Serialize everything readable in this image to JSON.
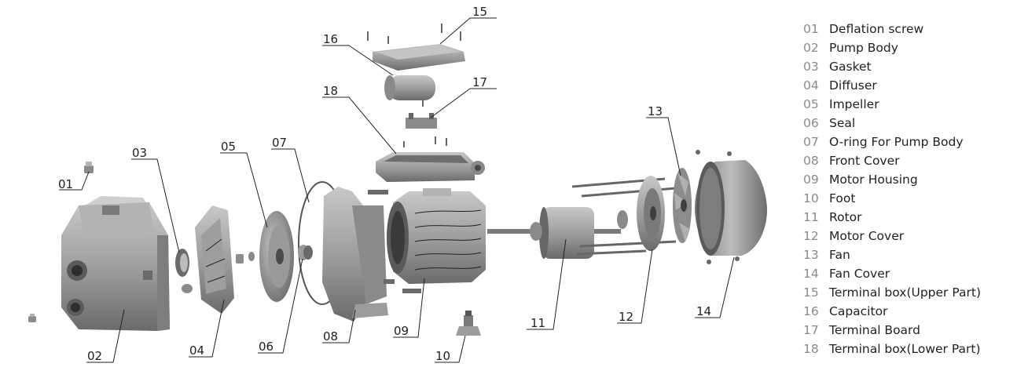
{
  "callouts": [
    "01",
    "02",
    "03",
    "04",
    "05",
    "06",
    "07",
    "08",
    "09",
    "10",
    "11",
    "12",
    "13",
    "14",
    "15",
    "16",
    "17",
    "18"
  ],
  "legend": [
    {
      "num": "01",
      "label": "Deflation screw"
    },
    {
      "num": "02",
      "label": "Pump Body"
    },
    {
      "num": "03",
      "label": "Gasket"
    },
    {
      "num": "04",
      "label": "Diffuser"
    },
    {
      "num": "05",
      "label": "Impeller"
    },
    {
      "num": "06",
      "label": "Seal"
    },
    {
      "num": "07",
      "label": "O-ring For Pump Body"
    },
    {
      "num": "08",
      "label": "Front Cover"
    },
    {
      "num": "09",
      "label": "Motor Housing"
    },
    {
      "num": "10",
      "label": "Foot"
    },
    {
      "num": "11",
      "label": "Rotor"
    },
    {
      "num": "12",
      "label": "Motor Cover"
    },
    {
      "num": "13",
      "label": "Fan"
    },
    {
      "num": "14",
      "label": "Fan Cover"
    },
    {
      "num": "15",
      "label": "Terminal box(Upper Part)"
    },
    {
      "num": "16",
      "label": "Capacitor"
    },
    {
      "num": "17",
      "label": "Terminal Board"
    },
    {
      "num": "18",
      "label": "Terminal box(Lower Part)"
    }
  ],
  "colors": {
    "part_light": "#b9b9b9",
    "part_mid": "#8f8f8f",
    "part_dark": "#5e5e5e",
    "line": "#222222",
    "legend_num": "#8a8a8a"
  }
}
